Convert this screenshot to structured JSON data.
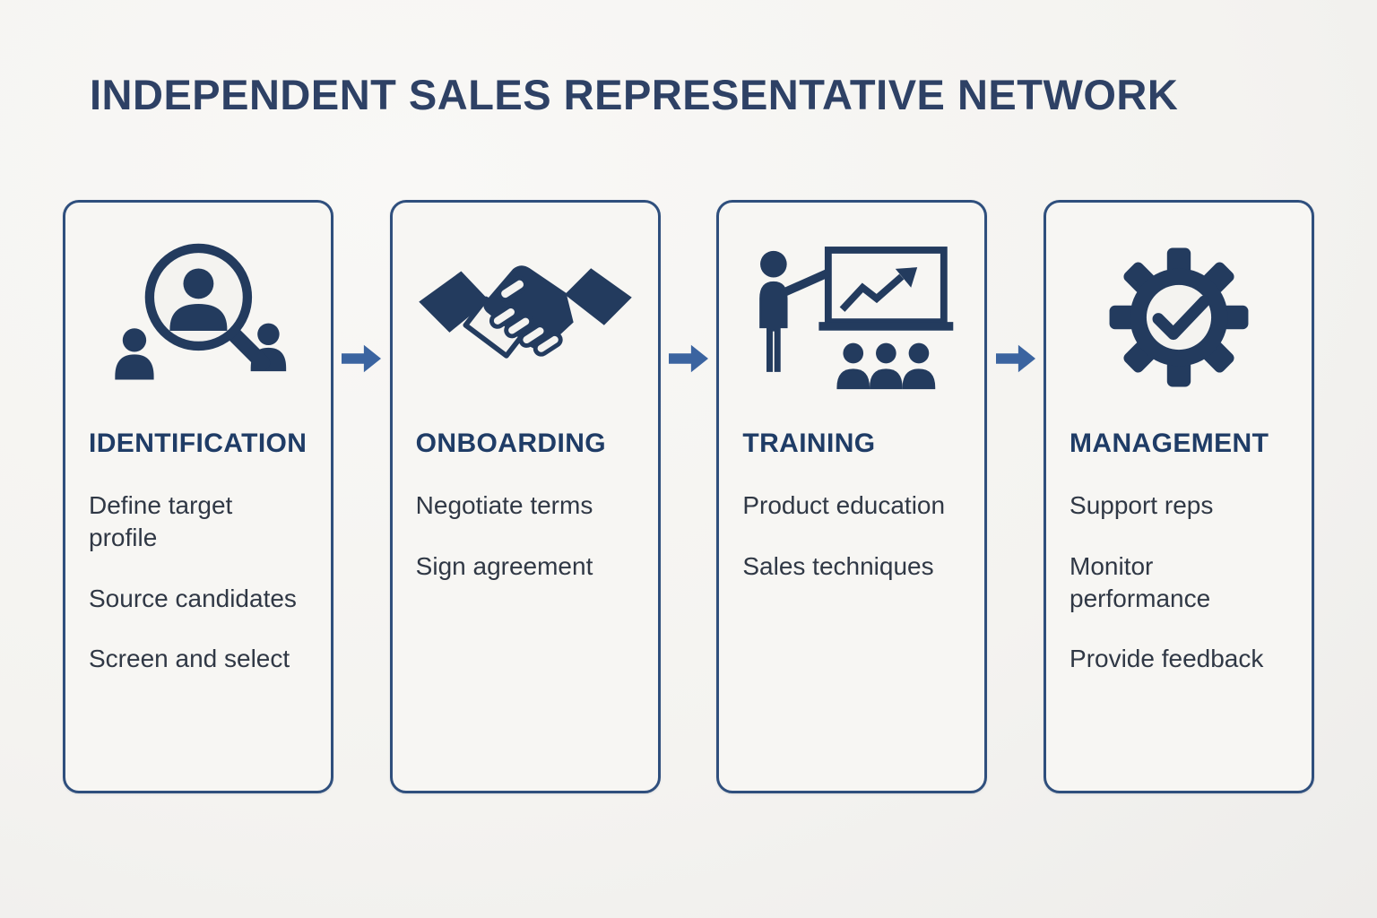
{
  "title": "INDEPENDENT SALES REPRESENTATIVE NETWORK",
  "colors": {
    "background": "#f4f3f0",
    "card_bg": "#f7f6f3",
    "title": "#2e4165",
    "card_border": "#2f4f7d",
    "icon": "#233b5e",
    "heading": "#1f3c66",
    "body_text": "#303845",
    "arrow": "#3b64a0"
  },
  "cards": [
    {
      "title": "IDENTIFICATION",
      "icon": "magnifier-person-icon",
      "items": [
        "Define target profile",
        "Source candidates",
        "Screen and select"
      ]
    },
    {
      "title": "ONBOARDING",
      "icon": "handshake-icon",
      "items": [
        "Negotiate terms",
        "Sign agreement"
      ]
    },
    {
      "title": "TRAINING",
      "icon": "presentation-chart-icon",
      "items": [
        "Product education",
        "Sales techniques"
      ]
    },
    {
      "title": "MANAGEMENT",
      "icon": "gear-check-icon",
      "items": [
        "Support reps",
        "Monitor performance",
        "Provide feedback"
      ]
    }
  ]
}
